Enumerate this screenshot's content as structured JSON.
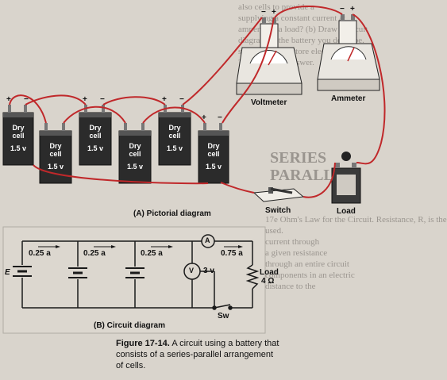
{
  "background_text": {
    "top_right": [
      "also cells to provide a",
      "supplying a constant current at",
      "amperes to a load? (b) Draw a circuit",
      "diagram of the battery you describe.",
      "storage battery store electric",
      "? Justify your answer."
    ],
    "heading_1": "SERIES",
    "heading_2": "PARALLEL",
    "mid_right": [
      "17e Ohm's Law for the Circuit. Resistance, R, is the",
      "used.",
      "current through",
      "a given resistance",
      "through an entire circuit",
      "components in an electric",
      "distance to the"
    ]
  },
  "pictorial": {
    "cells": [
      {
        "name": "Dry",
        "name2": "cell",
        "voltage": "1.5 v"
      },
      {
        "name": "Dry",
        "name2": "cell",
        "voltage": "1.5 v"
      },
      {
        "name": "Dry",
        "name2": "cell",
        "voltage": "1.5 v"
      },
      {
        "name": "Dry",
        "name2": "cell",
        "voltage": "1.5 v"
      },
      {
        "name": "Dry",
        "name2": "cell",
        "voltage": "1.5 v"
      },
      {
        "name": "Dry",
        "name2": "cell",
        "voltage": "1.5 v"
      }
    ],
    "voltmeter_label": "Voltmeter",
    "ammeter_label": "Ammeter",
    "switch_label": "Switch",
    "load_label": "Load",
    "caption": "(A) Pictorial diagram",
    "plus": "+",
    "minus": "−"
  },
  "circuit": {
    "currents": [
      "0.25 a",
      "0.25 a",
      "0.25 a",
      "0.75 a"
    ],
    "emf_label": "E",
    "ammeter_symbol": "A",
    "voltmeter_symbol": "V",
    "voltmeter_reading": "3 v",
    "load_label": "Load",
    "load_value": "4 Ω",
    "switch_label": "Sw",
    "caption": "(B) Circuit diagram"
  },
  "figure_caption": {
    "number": "Figure 17-14.",
    "text": "A circuit using a battery that consists of a series-parallel arrangement of cells."
  },
  "colors": {
    "wire_red": "#c0282a",
    "cell_dark": "#2b2b2b",
    "schematic": "#1a1a1a"
  }
}
